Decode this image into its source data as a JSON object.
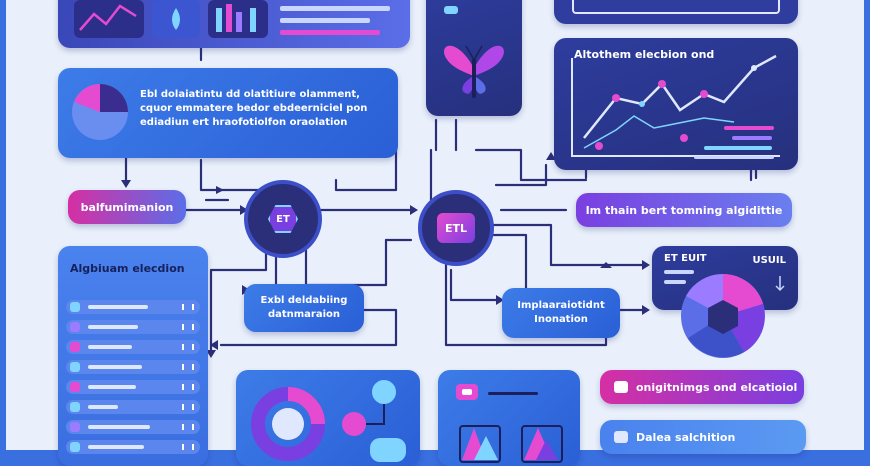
{
  "hubs": {
    "left_label": "ET",
    "center_label": "ETL"
  },
  "cards": {
    "top_left_text": "Ebl dolaiatintu dd olatitiure olamment,\ncquor emmatere bedor ebdeerniciel pon\nediadiun ert hraofotiolfon oraolation",
    "chart_panel_title": "Altothem elecbion ond",
    "pill_left": "balfumimanion",
    "pill_right": "Im thain bert tomning algidittie",
    "algorithm_panel_title": "Algbiuam elecdion",
    "center_left_box": "Exbl deldabiing\ndatnmaraion",
    "center_right_box": "Implaaraiotidnt\nInonation",
    "small_panel_left_label": "ET EUIT",
    "small_panel_right_label": "USUIL",
    "bottom_right_pill_1": "onigitnimgs ond elcatioiol",
    "bottom_right_pill_2": "Dalea salchition"
  },
  "colors": {
    "accent_blue": "#3d7ce8",
    "navy": "#26307d",
    "magenta": "#d62fa3",
    "purple": "#7a3fe0",
    "line": "#2b2f7a",
    "background": "#e9f0fb"
  }
}
